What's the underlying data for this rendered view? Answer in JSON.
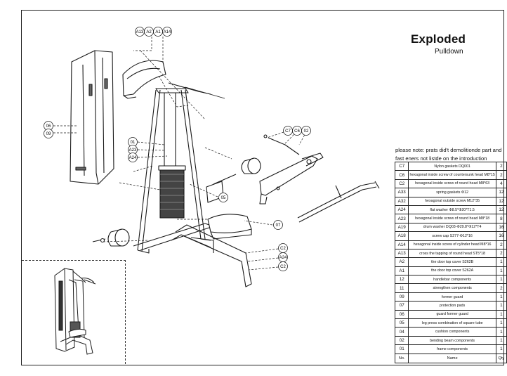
{
  "title": "Exploded",
  "subtitle": "Pulldown",
  "note": "please note: prats did't demolitionde part and fast eners not listde on the introduction",
  "table": {
    "header": {
      "no": "No.",
      "name": "Name",
      "qty": "Qty"
    },
    "rows": [
      {
        "no": "C7",
        "name": "Nylon gaskets DQ001",
        "qty": "2"
      },
      {
        "no": "C6",
        "name": "hexagonal inside screw of countersunk head M8*15",
        "qty": "2"
      },
      {
        "no": "C2",
        "name": "hexagonal inside screw of round head M8*63",
        "qty": "4"
      },
      {
        "no": "A33",
        "name": "spring gaskets Φ12",
        "qty": "12"
      },
      {
        "no": "A32",
        "name": "hexagonal outside screw M12*35",
        "qty": "12"
      },
      {
        "no": "A24",
        "name": "flat washer Φ8.5*Φ20*T1.5",
        "qty": "12"
      },
      {
        "no": "A23",
        "name": "hexagonal inside screw of round head M8*18",
        "qty": "8"
      },
      {
        "no": "A19",
        "name": "drum washer DQ03-Φ29.8*Φ12*T4",
        "qty": "16"
      },
      {
        "no": "A18",
        "name": "screw cap S277-Φ12*16",
        "qty": "16"
      },
      {
        "no": "A14",
        "name": "hexagonal inside screw of cylinder head M8*16",
        "qty": "2"
      },
      {
        "no": "A13",
        "name": "cross the tapping of round head ST5*18",
        "qty": "2"
      },
      {
        "no": "A2",
        "name": "the door top cover S262B",
        "qty": "1"
      },
      {
        "no": "A1",
        "name": "the door top cover S262A",
        "qty": "1"
      },
      {
        "no": "12",
        "name": "handlebar components",
        "qty": "1"
      },
      {
        "no": "11",
        "name": "strengthen components",
        "qty": "2"
      },
      {
        "no": "09",
        "name": "former guard",
        "qty": "1"
      },
      {
        "no": "07",
        "name": "protection pads",
        "qty": "1"
      },
      {
        "no": "06",
        "name": "guard former guard",
        "qty": "1"
      },
      {
        "no": "05",
        "name": "leg press combination of square tube",
        "qty": "1"
      },
      {
        "no": "04",
        "name": "cushion components",
        "qty": "1"
      },
      {
        "no": "02",
        "name": "bending beam components",
        "qty": "1"
      },
      {
        "no": "01",
        "name": "frame components",
        "qty": "1"
      }
    ]
  },
  "callouts": {
    "top": [
      "A13",
      "A2",
      "A1",
      "A14"
    ],
    "guard_06": "06",
    "guard_09": "09",
    "frame_01": "01",
    "a23": "A23",
    "a24": "A24",
    "c7": "C7",
    "c6": "C6",
    "p02": "02",
    "p05": "05",
    "p07": "07",
    "c2a": "C2",
    "a24b": "A24",
    "c2b": "C2"
  }
}
